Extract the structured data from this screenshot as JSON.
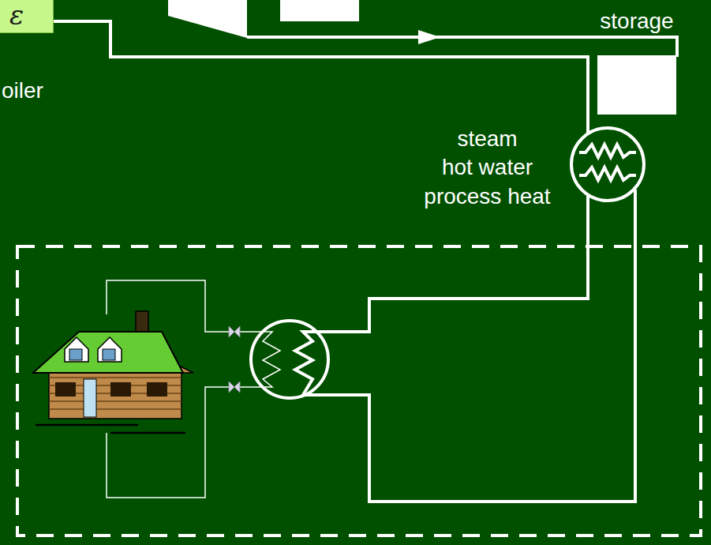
{
  "diagram": {
    "nodes": [
      {
        "text": [
          "ε",
          "oiler"
        ]
      },
      {
        "text": [
          "storage"
        ]
      },
      {
        "text": [
          "steam hot water process heat"
        ]
      }
    ],
    "edges": [
      {
        "from": 0,
        "to": 2,
        "arrow": "none"
      }
    ]
  }
}
